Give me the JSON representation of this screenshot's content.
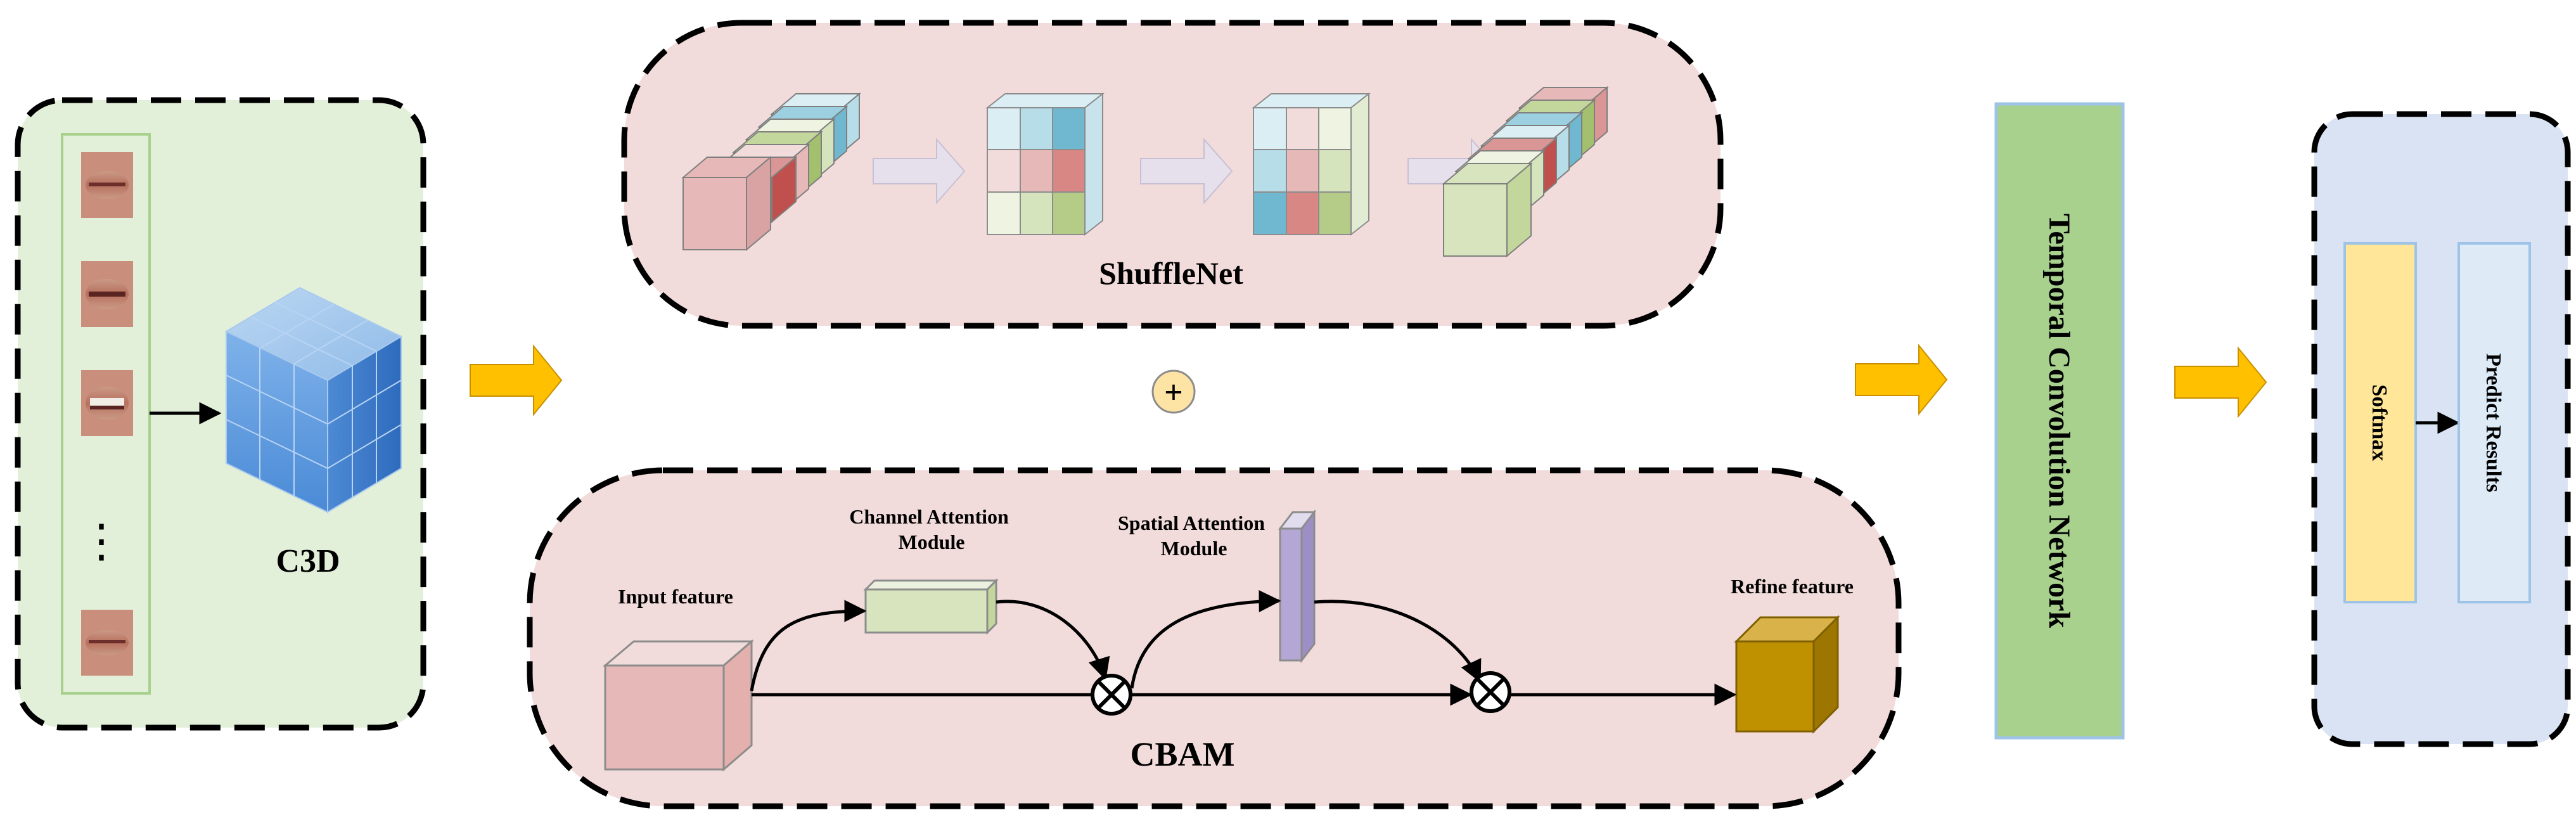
{
  "c3d": {
    "label": "C3D",
    "ellipsis": "⋮"
  },
  "shufflenet": {
    "label": "ShuffleNet"
  },
  "plus_symbol": "+",
  "cbam": {
    "label": "CBAM",
    "input_feature": "Input feature",
    "channel_attention_line1": "Channel Attention",
    "channel_attention_line2": "Module",
    "spatial_attention_line1": "Spatial Attention",
    "spatial_attention_line2": "Module",
    "refine_feature": "Refine feature",
    "multiply_symbol": "⊗"
  },
  "tcn": {
    "label": "Temporal Convolution Network"
  },
  "output": {
    "softmax": "Softmax",
    "predict": "Predict Results"
  },
  "colors": {
    "c3d_panel": "#e2efd9",
    "pink_panel": "#f2dcdb",
    "output_panel": "#dae3f3",
    "tcn_green": "#a9d18e",
    "softmax_yellow": "#ffe699",
    "predict_blue": "#deebf7",
    "orange_arrow": "#ffc000",
    "lavender_arrow": "#e6e0ec",
    "cube_blue": "#5b9bd5",
    "refine_brown": "#bf9000",
    "input_pink": "#e6b9b8",
    "channel_green": "#d7e4bd",
    "spatial_purple": "#b4a7d6"
  },
  "icons": [
    "arrow-right-icon",
    "plus-icon",
    "multiply-icon",
    "lip-image-icon",
    "feature-cube-icon"
  ]
}
